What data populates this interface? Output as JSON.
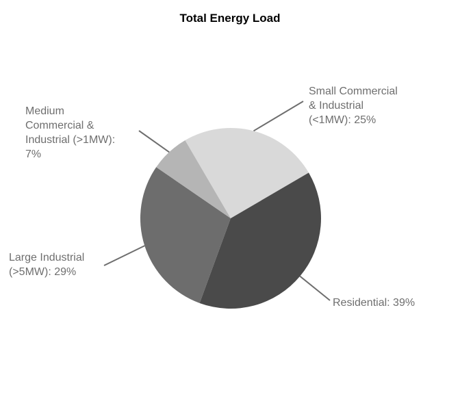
{
  "page": {
    "background_color": "#ffffff",
    "text_color": "#6e6e6e",
    "title_color": "#000000"
  },
  "chart_data": {
    "type": "pie",
    "title": "Total Energy Load",
    "legend_position": "none",
    "labels_style": "outside-callout",
    "direction": "clockwise",
    "start_angle_deg": -30.3,
    "callout_color": "#6e6e6e",
    "total": 100,
    "slices": [
      {
        "name": "Small Commercial & Industrial (<1MW)",
        "value": 25,
        "unit": "%",
        "color": "#d9d9d9",
        "callout_lines": [
          "Small Commercial",
          "& Industrial",
          "(<1MW): 25%"
        ]
      },
      {
        "name": "Residential",
        "value": 39,
        "unit": "%",
        "color": "#4a4a4a",
        "callout_lines": [
          "Residential: 39%"
        ]
      },
      {
        "name": "Large Industrial (>5MW)",
        "value": 29,
        "unit": "%",
        "color": "#6d6d6d",
        "callout_lines": [
          "Large Industrial",
          "(>5MW): 29%"
        ]
      },
      {
        "name": "Medium Commercial & Industrial (>1MW)",
        "value": 7,
        "unit": "%",
        "color": "#b5b5b5",
        "callout_lines": [
          "Medium",
          "Commercial &",
          "Industrial (>1MW):",
          "7%"
        ]
      }
    ]
  }
}
